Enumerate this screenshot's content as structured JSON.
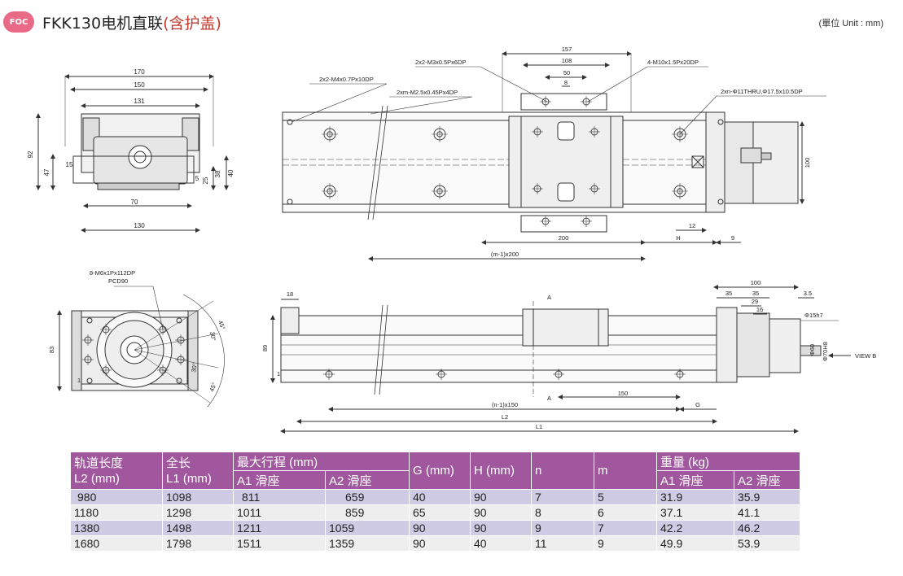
{
  "header": {
    "badge": "FOC",
    "title": "FKK130电机直联",
    "subtitle": "(含护盖)",
    "unit": "(單位 Unit : mm)"
  },
  "dims": {
    "front_170": "170",
    "front_150": "150",
    "front_131": "131",
    "front_92": "92",
    "front_47": "47",
    "front_15": "15",
    "front_5": "5",
    "front_25": "25",
    "front_38": "38",
    "front_40": "40",
    "front_70": "70",
    "front_130": "130",
    "top_157": "157",
    "top_108": "108",
    "top_50": "50",
    "top_8": "8",
    "top_100": "100",
    "top_12": "12",
    "top_200": "200",
    "top_H": "H",
    "top_9": "9",
    "top_m200": "(m-1)x200",
    "call_m4": "2x2-M4x0.7Px10DP",
    "call_m3": "2x2-M3x0.5Px6DP",
    "call_m25": "2xm-M2.5x0.45Px4DP",
    "call_m10": "4-M10x1.5Px20DP",
    "call_phi11": "2xn-Φ11THRU,Φ17.5x10.5DP",
    "motor_m6": "8-M6x1Px112DP",
    "motor_pcd": "PCD90",
    "motor_45a": "45°",
    "motor_30a": "30°",
    "motor_30b": "30°",
    "motor_45b": "45°",
    "motor_83": "83",
    "motor_1": "1",
    "side_18": "18",
    "side_89": "89",
    "side_1": "1",
    "side_A1": "A",
    "side_A2": "A",
    "side_150": "150",
    "side_n150": "(n-1)x150",
    "side_G": "G",
    "side_L2": "L2",
    "side_L1": "L1",
    "side_100": "100",
    "side_35a": "35",
    "side_35b": "35",
    "side_29": "29",
    "side_16": "16",
    "side_3_5": "3.5",
    "side_phi15": "Φ15h7",
    "side_phi60": "Φ60",
    "side_phi70": "Φ70H8",
    "side_viewb": "VIEW B"
  },
  "table": {
    "h_rail": "轨道长度",
    "h_rail_unit": "L2 (mm)",
    "h_total": "全长",
    "h_total_unit": "L1 (mm)",
    "h_stroke": "最大行程 (mm)",
    "h_a1": "A1 滑座",
    "h_a2": "A2 滑座",
    "h_g": "G (mm)",
    "h_h": "H (mm)",
    "h_n": "n",
    "h_m": "m",
    "h_weight": "重量 (kg)",
    "h_wa1": "A1 滑座",
    "h_wa2": "A2 滑座",
    "rows": [
      {
        "l2": "980",
        "l1": "1098",
        "s1": "811",
        "s2": "659",
        "g": "40",
        "h": "90",
        "n": "7",
        "m": "5",
        "w1": "31.9",
        "w2": "35.9"
      },
      {
        "l2": "1180",
        "l1": "1298",
        "s1": "1011",
        "s2": "859",
        "g": "65",
        "h": "90",
        "n": "8",
        "m": "6",
        "w1": "37.1",
        "w2": "41.1"
      },
      {
        "l2": "1380",
        "l1": "1498",
        "s1": "1211",
        "s2": "1059",
        "g": "90",
        "h": "90",
        "n": "9",
        "m": "7",
        "w1": "42.2",
        "w2": "46.2"
      },
      {
        "l2": "1680",
        "l1": "1798",
        "s1": "1511",
        "s2": "1359",
        "g": "90",
        "h": "40",
        "n": "11",
        "m": "9",
        "w1": "49.9",
        "w2": "53.9"
      }
    ]
  }
}
